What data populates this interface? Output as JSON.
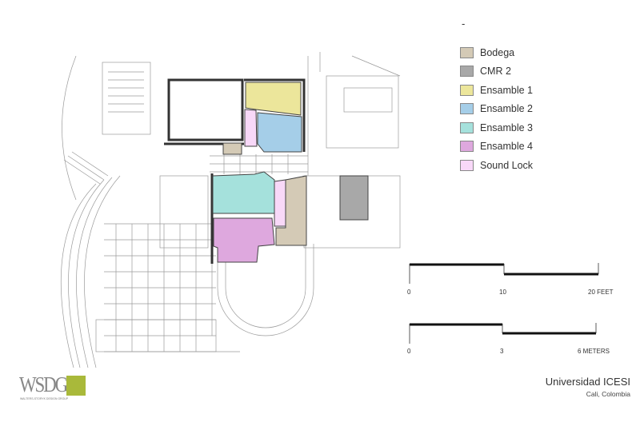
{
  "header": {
    "mark": "-"
  },
  "legend": [
    {
      "label": "Bodega",
      "color": "#d4cab6"
    },
    {
      "label": "CMR 2",
      "color": "#a8a8a8"
    },
    {
      "label": "Ensamble 1",
      "color": "#ece69b"
    },
    {
      "label": "Ensamble 2",
      "color": "#a5cee8"
    },
    {
      "label": "Ensamble 3",
      "color": "#a5e1dc"
    },
    {
      "label": "Ensamble 4",
      "color": "#dea8de"
    },
    {
      "label": "Sound Lock",
      "color": "#f8d8f8"
    }
  ],
  "scale_feet": {
    "ticks": [
      "0",
      "10",
      "20 FEET"
    ]
  },
  "scale_meters": {
    "ticks": [
      "0",
      "3",
      "6 METERS"
    ]
  },
  "logo": {
    "text": "WSDG",
    "subtitle": "WALTERS-STORYK DESIGN GROUP",
    "color": "#a9b93a"
  },
  "title": {
    "main": "Universidad ICESI",
    "sub": "Cali, Colombia"
  }
}
